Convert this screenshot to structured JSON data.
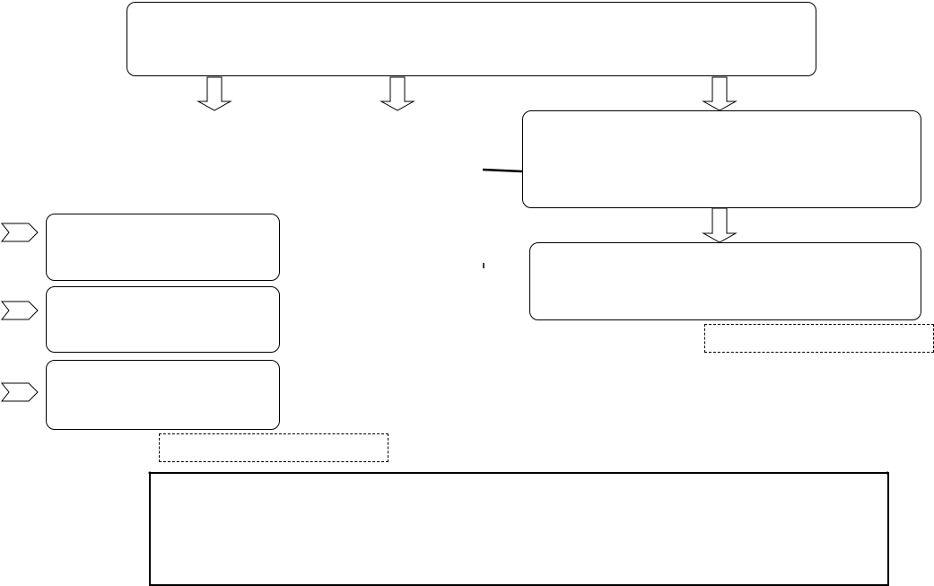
{
  "diagram": {
    "stroke_color": "#000000",
    "fill_color": "#ffffff",
    "nodes": [
      {
        "id": "top-box",
        "label": ""
      },
      {
        "id": "right-box-1",
        "label": ""
      },
      {
        "id": "right-box-2",
        "label": ""
      },
      {
        "id": "left-box-1",
        "label": ""
      },
      {
        "id": "left-box-2",
        "label": ""
      },
      {
        "id": "left-box-3",
        "label": ""
      },
      {
        "id": "dashed-note-right",
        "label": ""
      },
      {
        "id": "dashed-note-left",
        "label": ""
      },
      {
        "id": "bottom-box",
        "label": ""
      }
    ]
  }
}
